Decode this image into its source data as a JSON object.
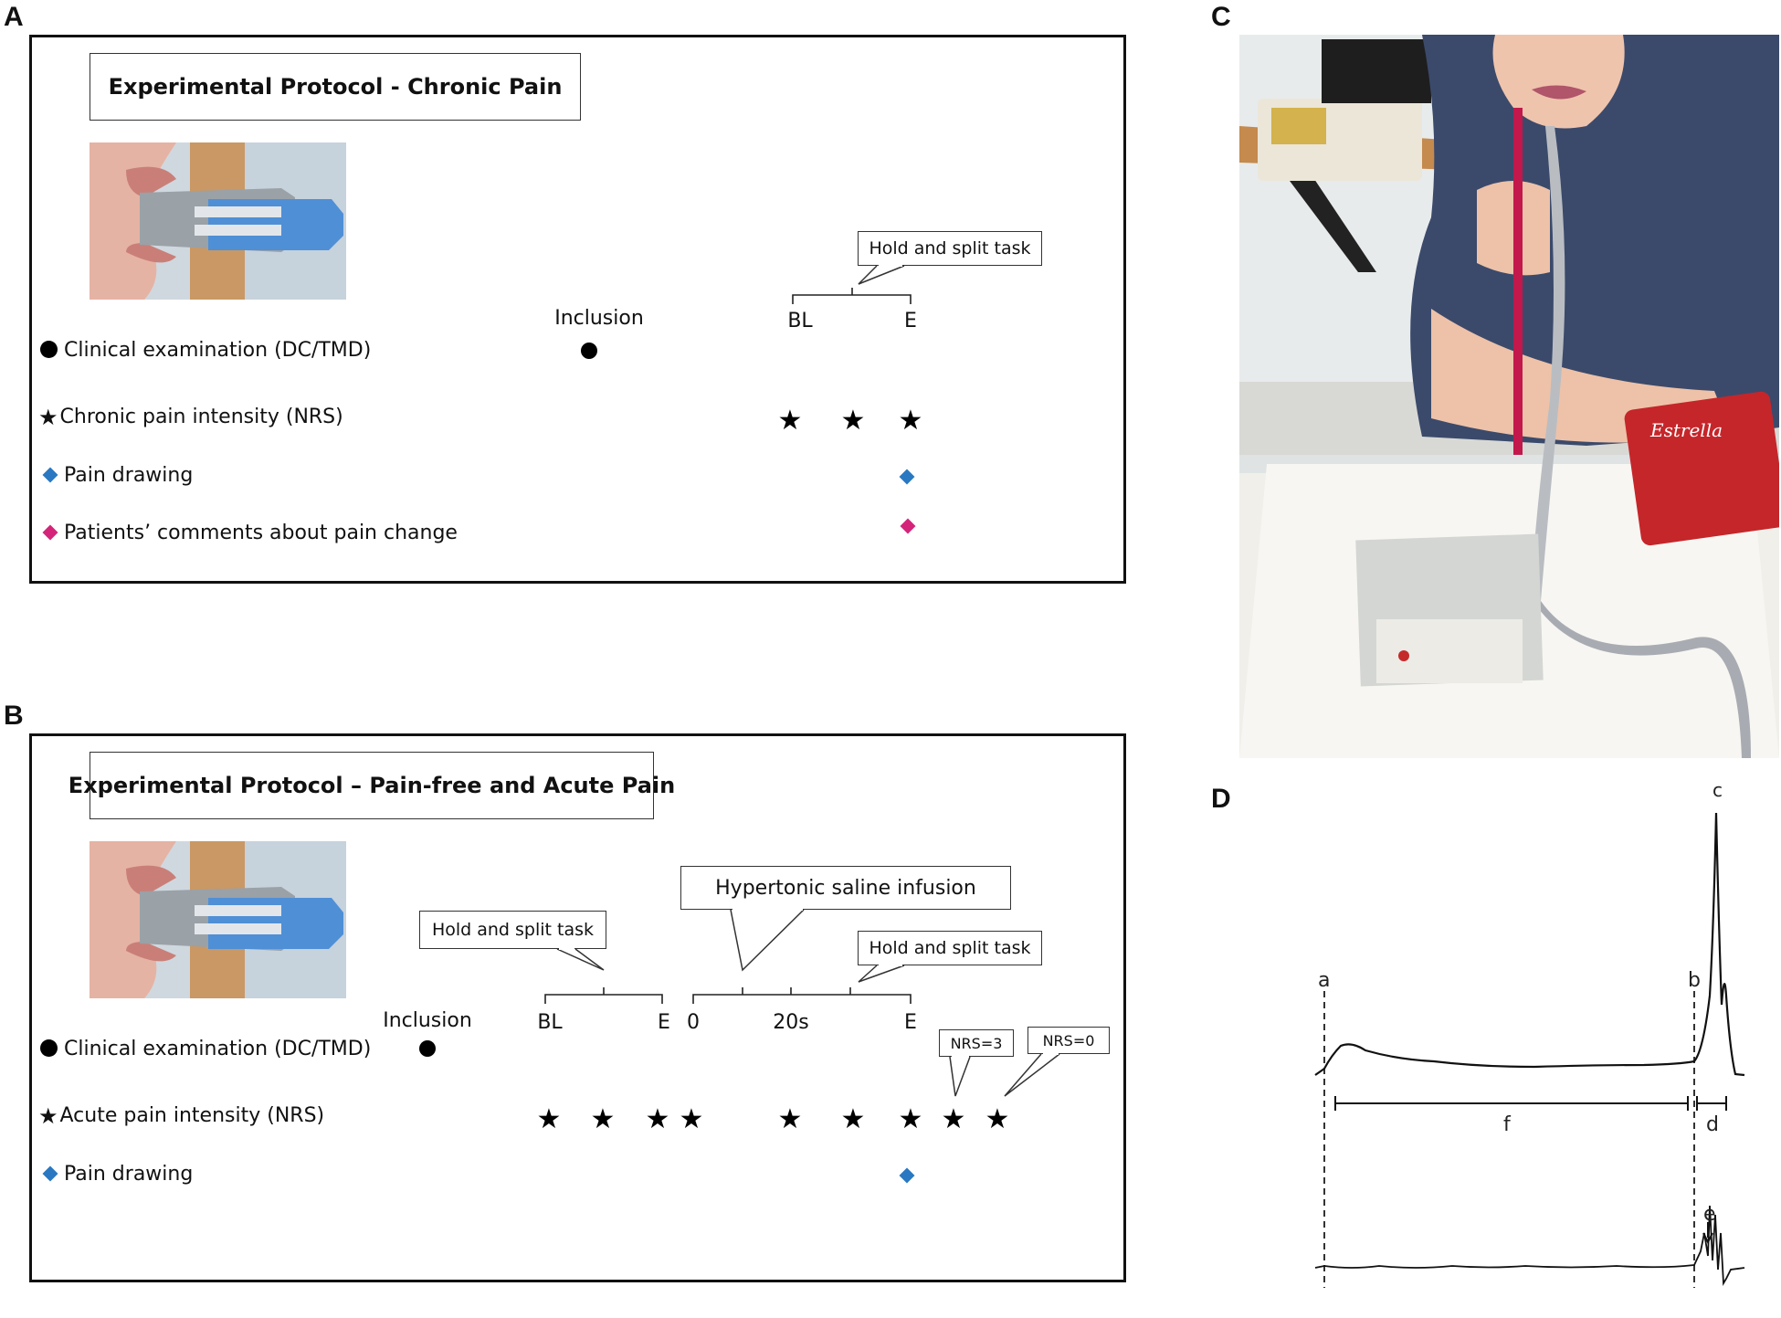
{
  "panels": {
    "A": {
      "letter": "A",
      "title": "Experimental Protocol - Chronic Pain",
      "callout_task": "Hold and split task",
      "timeline": {
        "inclusion": "Inclusion",
        "bl": "BL",
        "e": "E"
      },
      "rows": {
        "clinical": "Clinical examination (DC/TMD)",
        "intensity": "Chronic pain intensity (NRS)",
        "drawing": "Pain drawing",
        "comments": "Patients’ comments about pain change"
      }
    },
    "B": {
      "letter": "B",
      "title": "Experimental Protocol – Pain-free and Acute Pain",
      "callout_task1": "Hold and split task",
      "callout_saline": "Hypertonic saline infusion",
      "callout_task2": "Hold and split task",
      "callout_nrs3": "NRS=3",
      "callout_nrs0": "NRS=0",
      "timeline": {
        "inclusion": "Inclusion",
        "bl": "BL",
        "e1": "E",
        "zero": "0",
        "twenty": "20s",
        "e2": "E"
      },
      "rows": {
        "clinical": "Clinical examination (DC/TMD)",
        "intensity": "Acute pain intensity (NRS)",
        "drawing": "Pain drawing"
      }
    },
    "C": {
      "letter": "C"
    },
    "D": {
      "letter": "D",
      "labels": {
        "a": "a",
        "b": "b",
        "c": "c",
        "d": "d",
        "e": "e",
        "f": "f"
      }
    }
  },
  "colors": {
    "blue_diamond": "#2a78c2",
    "pink_diamond": "#d4247a",
    "frame": "#111111",
    "device_blue": "#4f8fd6"
  }
}
